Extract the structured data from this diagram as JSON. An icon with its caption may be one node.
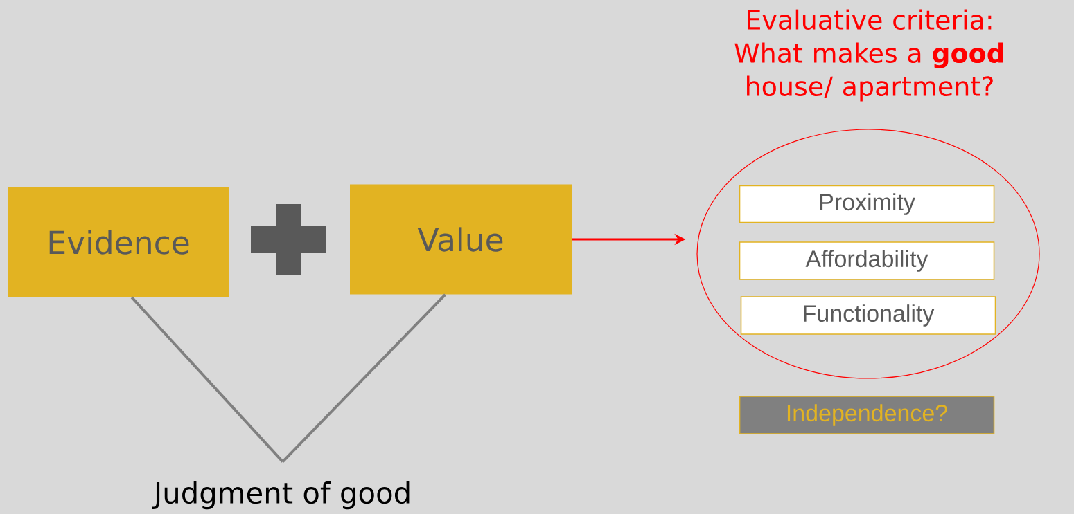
{
  "diagram": {
    "nodes": [
      {
        "text": [
          "Evidence"
        ]
      },
      {
        "text": [],
        "shape": "plus"
      },
      {
        "text": [
          "Value"
        ]
      },
      {
        "text": [
          "Evaluative criteria: What makes a **good** house/ apartment?"
        ]
      },
      {
        "text": [
          "Proximity"
        ],
        "in": 3
      },
      {
        "text": [
          "Affordability"
        ],
        "in": 3
      },
      {
        "text": [
          "Functionality"
        ],
        "in": 3
      },
      {
        "text": [
          "Independence?"
        ]
      },
      {
        "text": [
          "Judgment of good"
        ]
      }
    ],
    "edges": [
      {
        "from": 2,
        "to": 3,
        "arrow": "to",
        "color": "#ff0000"
      },
      {
        "from": 0,
        "to": 8,
        "arrow": "none"
      },
      {
        "from": 2,
        "to": 8,
        "arrow": "none"
      }
    ]
  }
}
